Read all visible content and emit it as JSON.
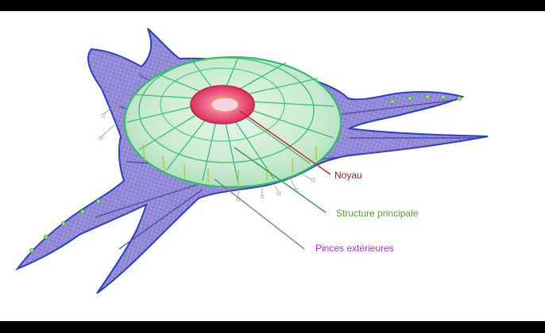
{
  "callouts": {
    "noyau": {
      "label": "Noyau",
      "color": "#8a2a22",
      "line_color": "#d21f1f"
    },
    "structure": {
      "label": "Structure principale",
      "color": "#55a033",
      "line_color": "#3a9a4a"
    },
    "pinces": {
      "label": "Pinces extérieures",
      "color": "#b22bc8",
      "line_color": "#7c78b8"
    }
  },
  "colors": {
    "mesh_fill": "#8f86d6",
    "mesh_line": "#5a4fb0",
    "dome_fill": "#c9ead0",
    "dome_line": "#2fbf6a",
    "core": "#e23b6c",
    "edge": "#2b3fc4"
  }
}
